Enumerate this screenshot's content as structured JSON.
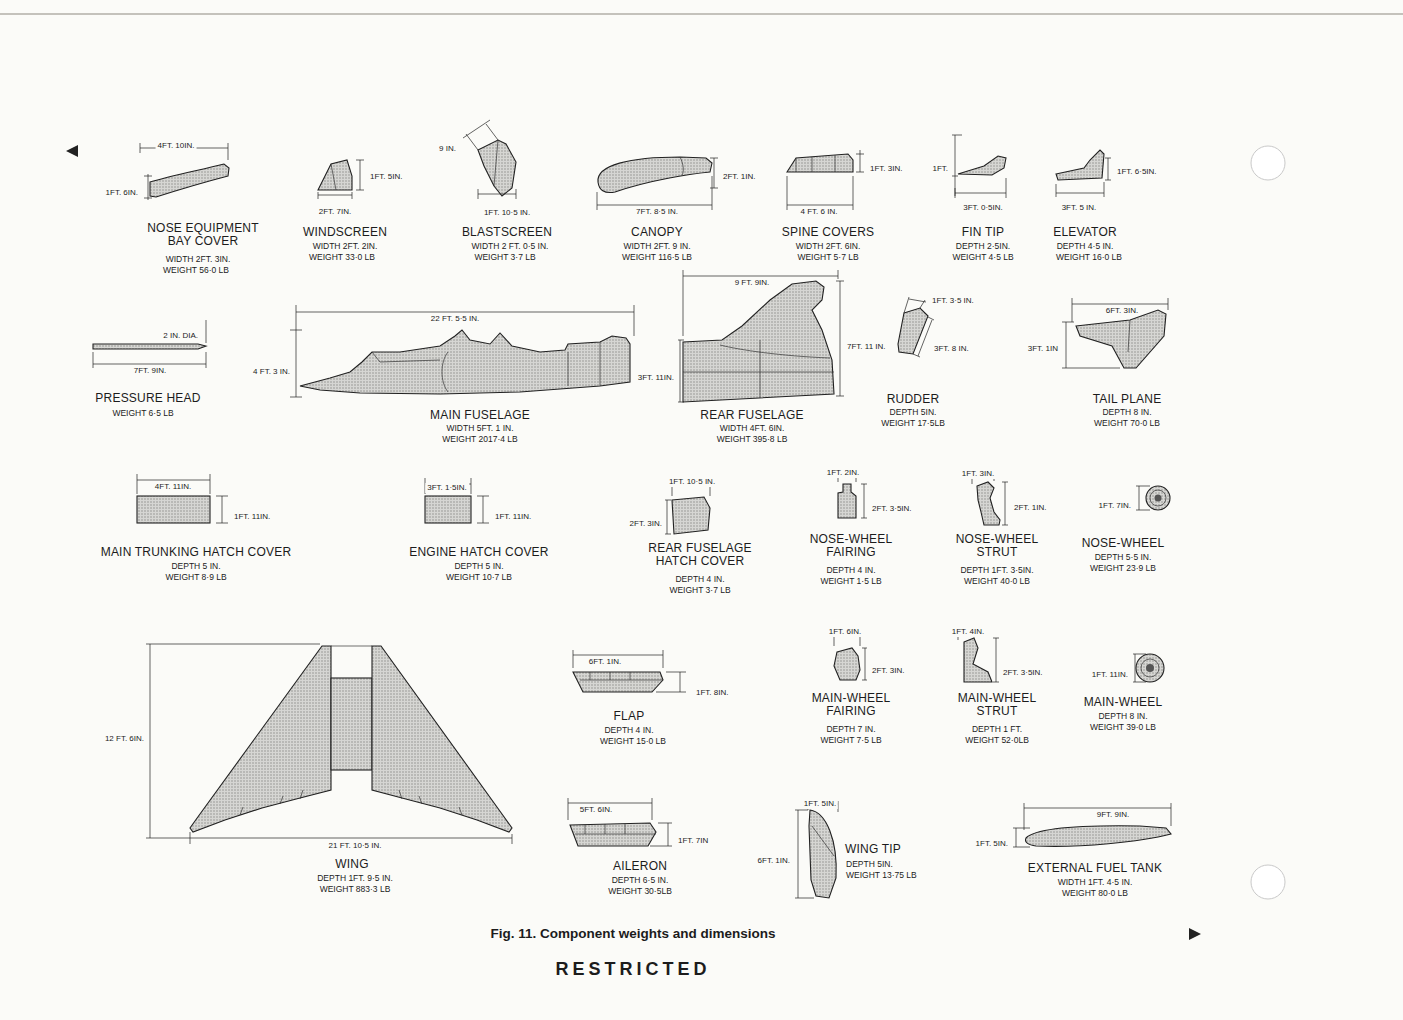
{
  "diagram": {
    "caption": "Fig. 11. Component weights and dimensions",
    "labels": [
      "4FT. 10IN.",
      "1FT. 6IN.",
      "NOSE EQUIPMENT BAY COVER",
      "WIDTH 2FT. 3IN.",
      "WEIGHT 56·0 LB",
      "1FT. 5IN.",
      "2FT. 7IN.",
      "WINDSCREEN",
      "WIDTH 2FT. 2IN.",
      "WEIGHT 33·0 LB",
      "9 IN.",
      "1FT. 10·5 IN.",
      "BLASTSCREEN",
      "WIDTH 2 FT. 0·5 IN.",
      "WEIGHT 3·7 LB",
      "2FT. 1IN.",
      "7FT. 8·5 IN.",
      "CANOPY",
      "WIDTH 2FT. 9 IN.",
      "WEIGHT 116·5 LB",
      "1FT. 3IN.",
      "4 FT. 6 IN.",
      "SPINE COVERS",
      "WIDTH 2FT. 6IN.",
      "WEIGHT 5·7 LB",
      "1FT.",
      "3FT. 0·5IN.",
      "FIN TIP",
      "DEPTH 2·5IN.",
      "WEIGHT 4·5 LB",
      "1FT. 6·5IN.",
      "3FT. 5 IN.",
      "ELEVATOR",
      "DEPTH 4·5 IN.",
      "WEIGHT 16·0 LB",
      "2 IN. DIA.",
      "7FT. 9IN.",
      "PRESSURE HEAD",
      "WEIGHT 6·5 LB",
      "22 FT. 5·5 IN.",
      "4 FT. 3 IN.",
      "MAIN FUSELAGE",
      "WIDTH 5FT. 1 IN.",
      "WEIGHT 2017·4 LB",
      "9 FT. 9IN.",
      "7FT. 11 IN.",
      "3FT. 11IN.",
      "REAR FUSELAGE",
      "WIDTH 4FT. 6IN.",
      "WEIGHT 395·8 LB",
      "1FT. 3·5 IN.",
      "3FT. 8 IN.",
      "RUDDER",
      "DEPTH 5IN.",
      "WEIGHT 17·5LB",
      "6FT. 3IN.",
      "3FT. 1IN",
      "TAIL PLANE",
      "DEPTH 8 IN.",
      "WEIGHT 70·0 LB",
      "4FT. 11IN.",
      "1FT. 11IN.",
      "MAIN TRUNKING HATCH COVER",
      "DEPTH 5 IN.",
      "WEIGHT 8·9 LB",
      "3FT. 1·5IN.",
      "1FT. 11IN.",
      "ENGINE HATCH COVER",
      "DEPTH 5 IN.",
      "WEIGHT 10·7 LB",
      "1FT. 10·5 IN.",
      "2FT. 3IN.",
      "REAR FUSELAGE HATCH COVER",
      "DEPTH 4 IN.",
      "WEIGHT 3·7 LB",
      "1FT. 2IN.",
      "2FT. 3·5IN.",
      "NOSE-WHEEL FAIRING",
      "DEPTH 4 IN.",
      "WEIGHT 1·5 LB",
      "1FT. 3IN.",
      "2FT. 1IN.",
      "NOSE-WHEEL STRUT",
      "DEPTH 1FT. 3·5IN.",
      "WEIGHT 40·0 LB",
      "1FT. 7IN.",
      "NOSE-WHEEL",
      "DEPTH 5·5 IN.",
      "WEIGHT 23·9 LB",
      "12 FT. 6IN.",
      "21 FT. 10·5 IN.",
      "WING",
      "DEPTH 1FT. 9·5 IN.",
      "WEIGHT 883·3 LB",
      "6FT. 1IN.",
      "1FT. 8IN.",
      "FLAP",
      "DEPTH 4 IN.",
      "WEIGHT 15·0 LB",
      "1FT. 6IN.",
      "2FT. 3IN.",
      "MAIN-WHEEL FAIRING",
      "DEPTH 7 IN.",
      "WEIGHT 7·5 LB",
      "1FT. 4IN.",
      "2FT. 3·5IN.",
      "MAIN-WHEEL STRUT",
      "DEPTH 1 FT.",
      "WEIGHT 52·0LB",
      "1FT. 11IN.",
      "MAIN-WHEEL",
      "DEPTH 8 IN.",
      "WEIGHT 39·0 LB",
      "5FT. 6IN.",
      "1FT. 7IN",
      "AILERON",
      "DEPTH 6·5 IN.",
      "WEIGHT 30·5LB",
      "1FT. 5IN.",
      "6FT. 1IN.",
      "WING TIP",
      "DEPTH 5IN.",
      "WEIGHT 13·75 LB",
      "9FT. 9IN.",
      "1FT. 5IN.",
      "EXTERNAL FUEL TANK",
      "WIDTH 1FT. 4·5 IN.",
      "WEIGHT 80·0 LB",
      "RESTRICTED"
    ]
  }
}
